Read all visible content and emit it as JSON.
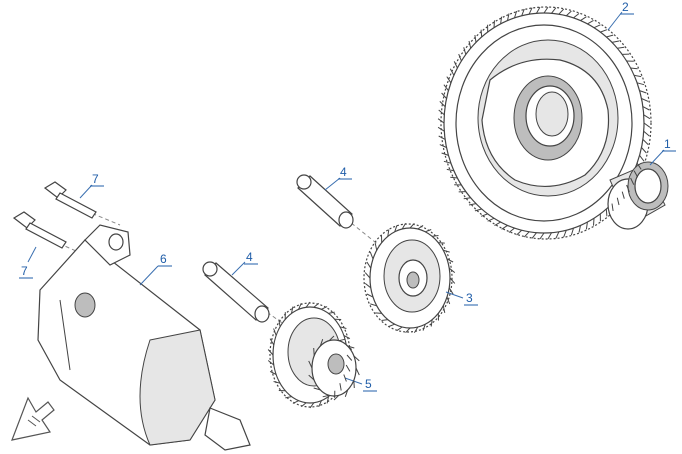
{
  "callouts": [
    {
      "id": "1",
      "label": "1"
    },
    {
      "id": "2",
      "label": "2"
    },
    {
      "id": "3",
      "label": "3"
    },
    {
      "id": "4a",
      "label": "4"
    },
    {
      "id": "4b",
      "label": "4"
    },
    {
      "id": "5",
      "label": "5"
    },
    {
      "id": "6",
      "label": "6"
    },
    {
      "id": "7a",
      "label": "7"
    },
    {
      "id": "7b",
      "label": "7"
    }
  ],
  "icons": {
    "orientation_arrow": "front-direction-arrow-icon"
  }
}
